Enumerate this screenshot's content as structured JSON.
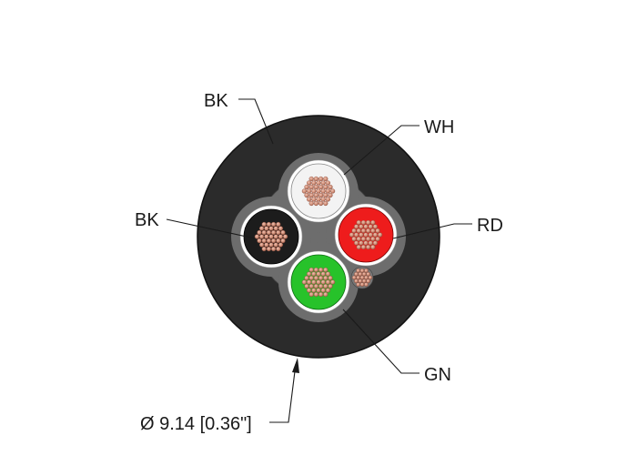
{
  "labels": {
    "jacket": "BK",
    "white": "WH",
    "black": "BK",
    "red": "RD",
    "green": "GN",
    "diameter": "Ø 9.14 [0.36\"]"
  },
  "colors": {
    "jacket": "#2b2b2b",
    "filler": "#6d6d6d",
    "white_insulation": "#f3f3f3",
    "black_insulation": "#1c1c1c",
    "red_insulation": "#ee1c1c",
    "green_insulation": "#27c22a",
    "copper": "#d0907a",
    "copper_dark": "#8a4a3a",
    "drain_wire": "#b97a66"
  }
}
